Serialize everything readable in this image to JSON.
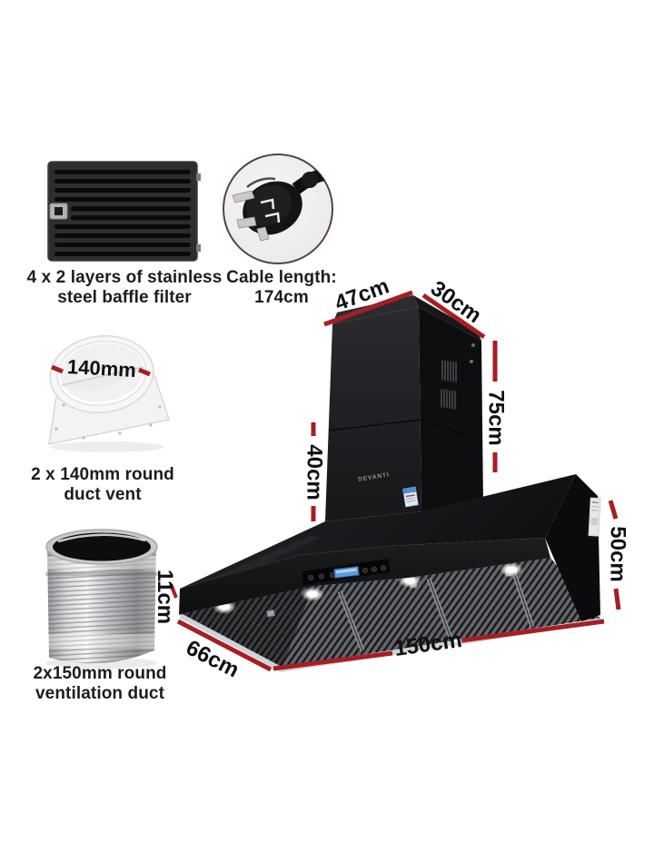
{
  "page": {
    "background": "#ffffff"
  },
  "colors": {
    "dimension_red": "#a61e23",
    "text_dark": "#1d1d1f",
    "appliance_black": "#19191c",
    "lcd_blue": "#6fa8e0",
    "rim_silver": "#cdd1d4"
  },
  "brand": {
    "logo": "DEVANTI"
  },
  "components": [
    {
      "id": "baffle-filter",
      "caption_line1": "4 x 2 layers of stainless",
      "caption_line2": "steel baffle filter"
    },
    {
      "id": "power-plug",
      "caption_line1": "Cable length:",
      "caption_line2": "174cm"
    },
    {
      "id": "duct-vent",
      "caption_line1": "2 x 140mm round",
      "caption_line2": "duct vent",
      "dimension": "140mm"
    },
    {
      "id": "ventilation-duct",
      "caption_line1": "2x150mm round",
      "caption_line2": "ventilation duct"
    }
  ],
  "dimensions": {
    "chimney_width": "47cm",
    "chimney_depth": "30cm",
    "chimney_height": "75cm",
    "lower_chimney_height": "40cm",
    "hood_height": "50cm",
    "hood_front_height": "11cm",
    "hood_depth": "66cm",
    "hood_width": "150cm"
  }
}
